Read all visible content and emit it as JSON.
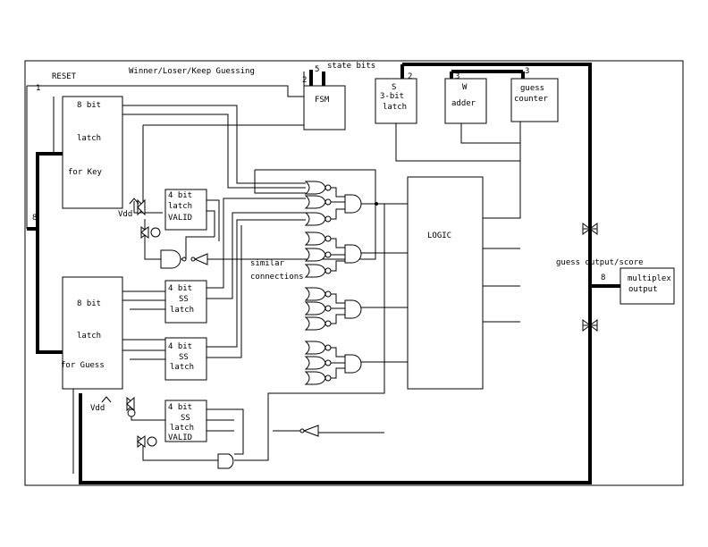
{
  "signals": {
    "reset": "RESET",
    "winner": "Winner/Loser/Keep Guessing",
    "state_bits": "state bits",
    "guess_out": "guess output/score",
    "similar": "similar",
    "connections": "connections",
    "vdd_top": "Vdd",
    "vdd_bottom": "Vdd"
  },
  "bus_widths": {
    "reset": "1",
    "winner": "2",
    "state": "5",
    "to_latch3": "2",
    "to_adder": "3",
    "to_counter": "3",
    "key_bus": "8",
    "out_bus": "8"
  },
  "blocks": {
    "key_latch": {
      "l1": "8 bit",
      "l2": "latch",
      "l3": "for Key"
    },
    "guess_latch": {
      "l1": "8 bit",
      "l2": "latch",
      "l3": "for Guess"
    },
    "valid_latch_top": {
      "l1": "4 bit",
      "l2": "latch",
      "l3": "VALID"
    },
    "ss_latch_1": {
      "l1": "4 bit",
      "l2": "SS",
      "l3": "latch"
    },
    "ss_latch_2": {
      "l1": "4 bit",
      "l2": "SS",
      "l3": "latch"
    },
    "ss_valid_latch": {
      "l1": "4 bit",
      "l2": "SS",
      "l3": "latch",
      "l4": "VALID"
    },
    "fsm": {
      "l1": "FSM"
    },
    "latch3": {
      "l1": "S",
      "l2": "3-bit",
      "l3": "latch"
    },
    "adder": {
      "l1": "W",
      "l2": "adder"
    },
    "counter": {
      "l1": "guess",
      "l2": "counter"
    },
    "logic": {
      "l1": "LOGIC"
    },
    "mux": {
      "l1": "multiplex",
      "l2": "output"
    }
  }
}
